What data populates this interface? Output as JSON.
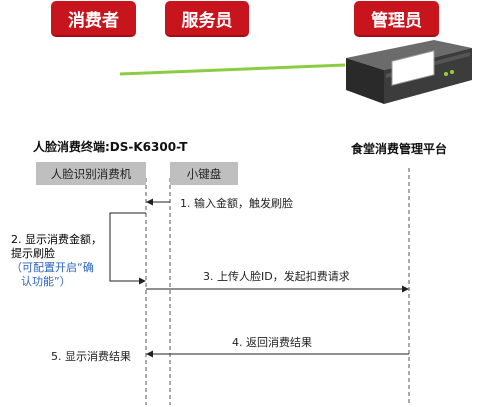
{
  "roles": {
    "consumer": "消费者",
    "waiter": "服务员",
    "admin": "管理员"
  },
  "devices": {
    "terminal_title": "人脸消费终端:DS-K6300-T",
    "platform_title": "食堂消费管理平台",
    "face_machine": "人脸识别消费机",
    "keypad": "小键盘"
  },
  "messages": {
    "step1": "1. 输入金额，触发刷脸",
    "step2_line1": "2. 显示消费金额，",
    "step2_line2": "提示刷脸",
    "step2_note1": "（可配置开启“确",
    "step2_note2": "认功能”）",
    "step3": "3. 上传人脸ID，发起扣费请求",
    "step4": "4. 返回消费结果",
    "step5": "5. 显示消费结果"
  },
  "colors": {
    "role_fill": "#c8151d",
    "link_line": "#8ccc44",
    "note_blue": "#2b63c6"
  },
  "icons": {
    "server": "rack-server-icon"
  }
}
